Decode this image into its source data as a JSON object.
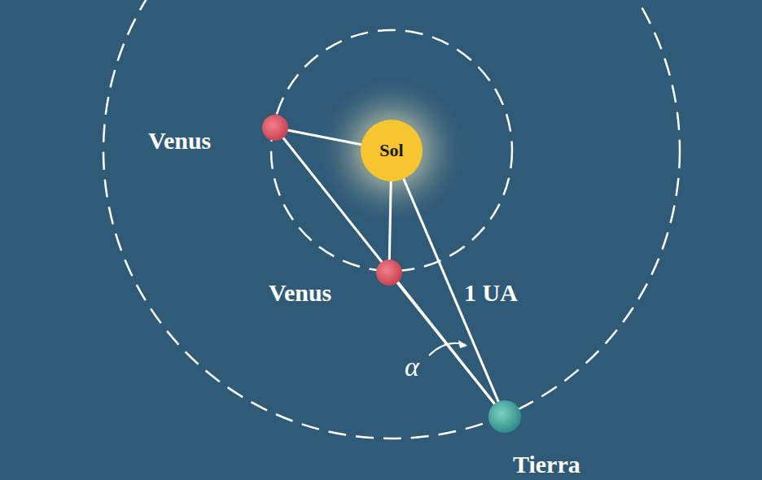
{
  "diagram": {
    "nodes": [
      {
        "text": [
          "Sol"
        ]
      }
    ],
    "labels": [
      "Venus",
      "Venus",
      "1 UA",
      "α",
      "Tierra"
    ]
  }
}
